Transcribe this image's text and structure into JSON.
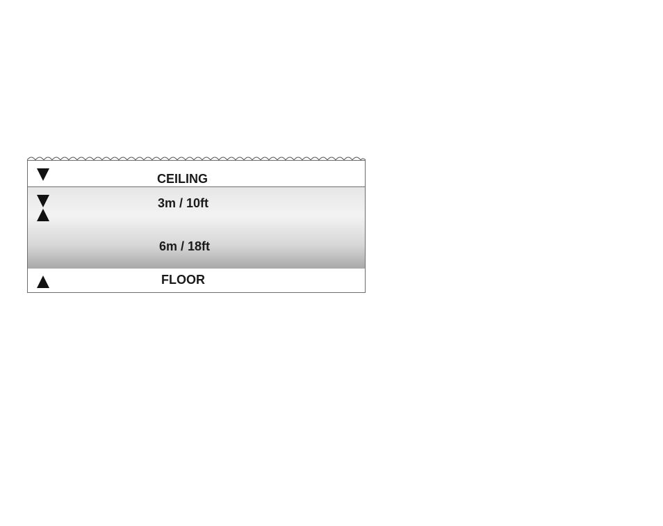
{
  "diagram": {
    "ceiling_label": "CEILING",
    "depth_top": "3m / 10ft",
    "depth_bottom": "6m / 18ft",
    "floor_label": "FLOOR"
  },
  "icons": {
    "ceiling": "triangle-down-icon",
    "range": "hourglass-icon",
    "floor": "triangle-up-icon"
  },
  "colors": {
    "marker": "#111111",
    "border": "#6d6d6d",
    "band_light": "#f3f3f3",
    "band_dark": "#a8a8a8"
  }
}
